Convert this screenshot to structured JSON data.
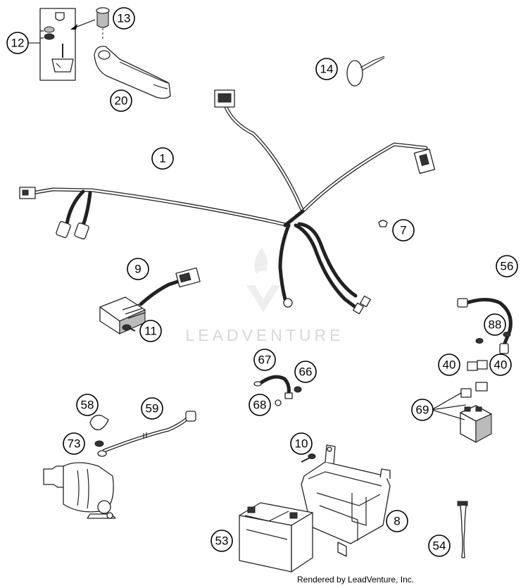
{
  "diagram": {
    "callouts": [
      {
        "id": "12",
        "label": "12"
      },
      {
        "id": "13",
        "label": "13"
      },
      {
        "id": "20",
        "label": "20"
      },
      {
        "id": "14",
        "label": "14"
      },
      {
        "id": "1",
        "label": "1"
      },
      {
        "id": "7",
        "label": "7"
      },
      {
        "id": "9",
        "label": "9"
      },
      {
        "id": "11",
        "label": "11"
      },
      {
        "id": "56",
        "label": "56"
      },
      {
        "id": "88",
        "label": "88"
      },
      {
        "id": "40a",
        "label": "40"
      },
      {
        "id": "40b",
        "label": "40"
      },
      {
        "id": "67",
        "label": "67"
      },
      {
        "id": "66",
        "label": "66"
      },
      {
        "id": "68",
        "label": "68"
      },
      {
        "id": "58",
        "label": "58"
      },
      {
        "id": "69",
        "label": "69"
      },
      {
        "id": "59",
        "label": "59"
      },
      {
        "id": "73",
        "label": "73"
      },
      {
        "id": "10",
        "label": "10"
      },
      {
        "id": "8",
        "label": "8"
      },
      {
        "id": "53",
        "label": "53"
      },
      {
        "id": "54",
        "label": "54"
      }
    ]
  },
  "watermark": {
    "brand": "LEADVENTURE"
  },
  "footer": {
    "credit": "Rendered by LeadVenture, Inc."
  }
}
